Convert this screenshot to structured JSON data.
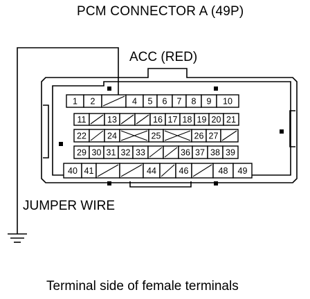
{
  "diagram": {
    "title": "PCM CONNECTOR A (49P)",
    "acc_label": "ACC (RED)",
    "jumper_label": "JUMPER WIRE",
    "caption": "Terminal side of female terminals"
  },
  "connector": {
    "rows": [
      [
        {
          "n": "1"
        },
        {
          "n": "2"
        },
        {
          "n": ""
        },
        {
          "n": "4"
        },
        {
          "n": "5"
        },
        {
          "n": "6"
        },
        {
          "n": "7"
        },
        {
          "n": "8"
        },
        {
          "n": "9"
        },
        {
          "n": "10"
        }
      ],
      [
        {
          "n": "11"
        },
        {
          "n": ""
        },
        {
          "n": "13"
        },
        {
          "n": ""
        },
        {
          "n": ""
        },
        {
          "n": "16"
        },
        {
          "n": "17"
        },
        {
          "n": "18"
        },
        {
          "n": "19"
        },
        {
          "n": "20"
        },
        {
          "n": "21"
        }
      ],
      [
        {
          "n": "22"
        },
        {
          "n": ""
        },
        {
          "n": "24"
        },
        {
          "n": ""
        },
        {
          "n": "25"
        },
        {
          "n": ""
        },
        {
          "n": "26"
        },
        {
          "n": "27"
        },
        {
          "n": ""
        }
      ],
      [
        {
          "n": "29"
        },
        {
          "n": "30"
        },
        {
          "n": "31"
        },
        {
          "n": "32"
        },
        {
          "n": "33"
        },
        {
          "n": ""
        },
        {
          "n": ""
        },
        {
          "n": "36"
        },
        {
          "n": "37"
        },
        {
          "n": "38"
        },
        {
          "n": "39"
        }
      ],
      [
        {
          "n": "40"
        },
        {
          "n": "41"
        },
        {
          "n": ""
        },
        {
          "n": ""
        },
        {
          "n": "44"
        },
        {
          "n": ""
        },
        {
          "n": "46"
        },
        {
          "n": ""
        },
        {
          "n": "48"
        },
        {
          "n": "49"
        }
      ]
    ]
  }
}
